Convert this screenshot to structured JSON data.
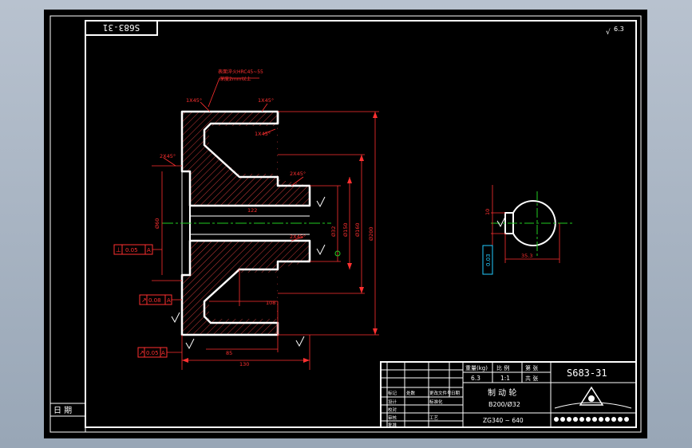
{
  "drawing": {
    "number_rotated": "S683-31",
    "number": "S683-31",
    "roughness_note": "√",
    "roughness_value": "6.3"
  },
  "left_strip": {
    "date_label": "日  期"
  },
  "title_block": {
    "weight_label": "重量(kg)",
    "scale_label": "比 例",
    "sheet_label": "第  张",
    "sheets_label": "共  张",
    "weight_value": "6.3",
    "scale_value": "1:1",
    "part_name": "制 动 轮",
    "spec": "B200/Ø32",
    "material": "ZG340 ~ 640",
    "rev_mark": "标记",
    "rev_count": "处数",
    "rev_file": "更改文件号",
    "rev_sign": "签 字",
    "rev_date": "日期",
    "design": "设计",
    "check": "校对",
    "review": "审核",
    "approve": "批准",
    "standardize": "标准化",
    "craft": "工艺"
  },
  "annotations": {
    "heat_treat_1": "表面淬火HRC45~55",
    "heat_treat_2": "深度2mm以上",
    "chamfer": "1X45°",
    "chamfer2": "2X45°",
    "tol_perp": "0.05",
    "tol_runout1": "0.08",
    "tol_runout2": "0.05",
    "datum": "A",
    "dim_bore_len": "122",
    "dim_len_108": "108",
    "dim_len_85": "85",
    "dim_len_130": "130",
    "dim_bore_dia": "Ø32",
    "dim_hub_dia": "Ø60",
    "dim_d1": "Ø150",
    "dim_d2": "Ø160",
    "dim_outer": "Ø200",
    "keyway_depth": "35.3",
    "keyway_width": "10",
    "keyway_tol": "0.03",
    "sym_note": "0.03"
  }
}
